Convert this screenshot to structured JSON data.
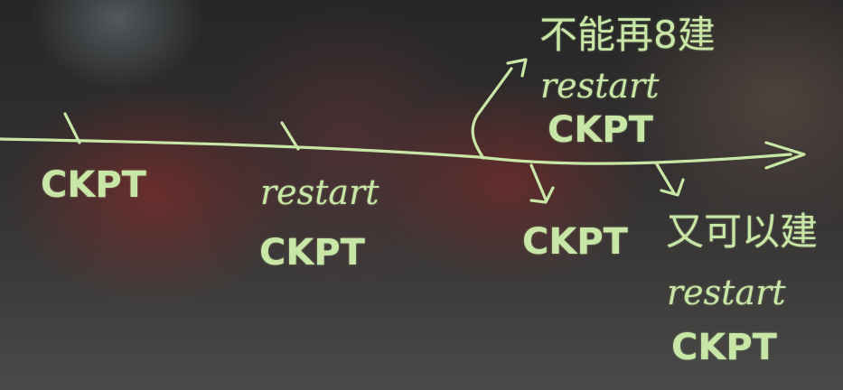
{
  "whiteboard": {
    "labels": {
      "ckpt_1": "CKPT",
      "restart_2": "restart",
      "ckpt_2": "CKPT",
      "ckpt_3": "CKPT",
      "upper_note": "不能再8建",
      "restart_upper": "restart",
      "ckpt_upper": "CKPT",
      "lower_note": "又可以建",
      "restart_lower": "restart",
      "ckpt_lower": "CKPT"
    },
    "colors": {
      "ink": "#c8e6a5",
      "board": "#2b2b2b"
    }
  }
}
